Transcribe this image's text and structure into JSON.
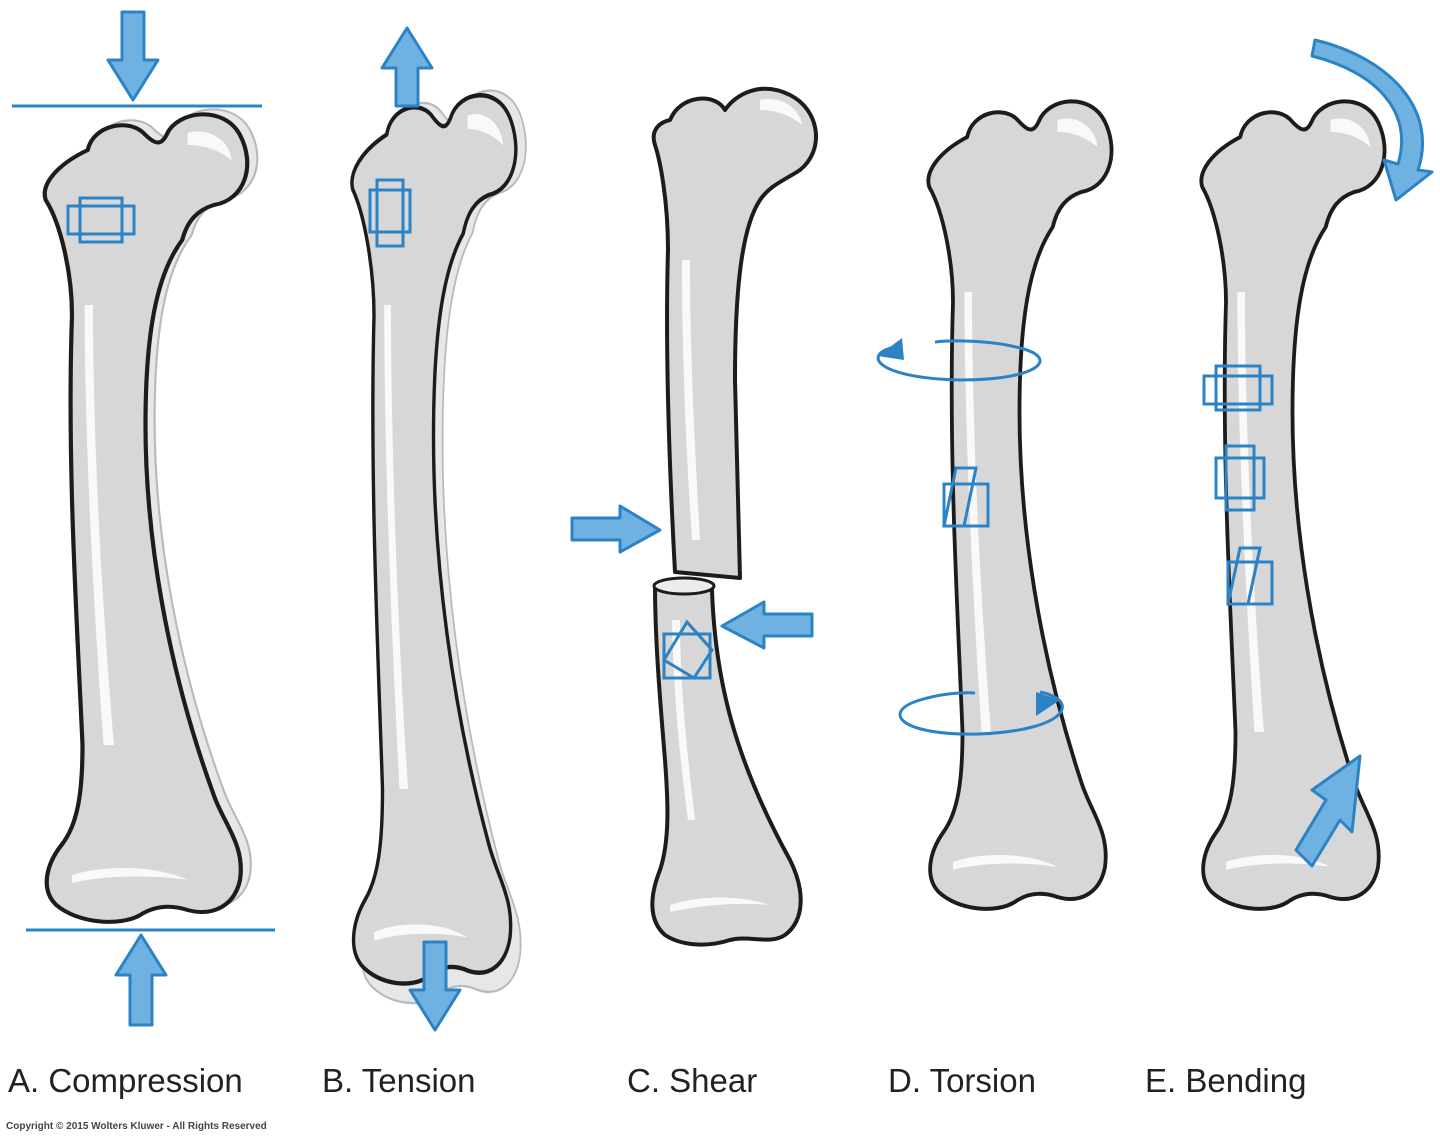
{
  "labels": {
    "a": "A. Compression",
    "b": "B. Tension",
    "c": "C. Shear",
    "d": "D. Torsion",
    "e": "E. Bending"
  },
  "copyright": "Copyright © 2015 Wolters Kluwer - All Rights Reserved",
  "colors": {
    "arrow_fill": "#6fb2e2",
    "arrow_stroke": "#2b83c6",
    "bone_fill": "#d7d7d7",
    "bone_outline": "#1c1c1c"
  }
}
